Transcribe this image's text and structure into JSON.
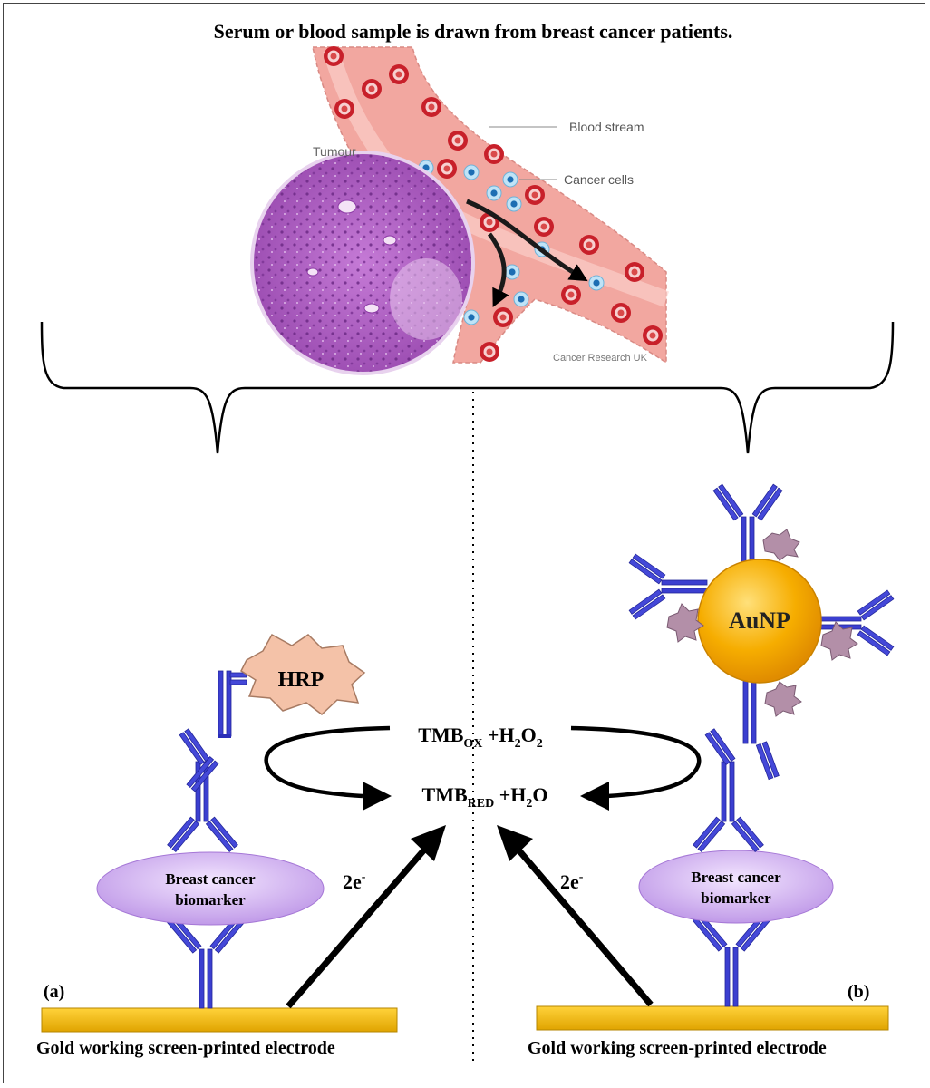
{
  "header": {
    "title": "Serum or blood sample is drawn from breast cancer patients."
  },
  "illustration": {
    "tumour_label": "Tumour",
    "blood_stream_label": "Blood stream",
    "cancer_cells_label": "Cancer cells",
    "credit": "Cancer Research UK"
  },
  "panel_a": {
    "letter": "(a)",
    "enzyme": "HRP",
    "biomarker_line1": "Breast cancer",
    "biomarker_line2": "biomarker",
    "electrons": "2e",
    "electrons_sup": "-",
    "electrode": "Gold working screen-printed electrode"
  },
  "panel_b": {
    "letter": "(b)",
    "nanoparticle": "AuNP",
    "biomarker_line1": "Breast cancer",
    "biomarker_line2": "biomarker",
    "electrons": "2e",
    "electrons_sup": "-",
    "electrode": "Gold working screen-printed electrode"
  },
  "reaction": {
    "top_base": "TMB",
    "top_sub": "OX",
    "top_rest": " +H",
    "top_sub2": "2",
    "top_o": "O",
    "top_sub3": "2",
    "bottom_base": "TMB",
    "bottom_sub": "RED",
    "bottom_rest": " +H",
    "bottom_sub2": "2",
    "bottom_o": "O"
  },
  "colors": {
    "antibody": "#3b3fd0",
    "antibody_light": "#6f73f0",
    "gold_electrode": "#f2b800",
    "aunp": "#f5a300",
    "biomarker": "#c9a3ef",
    "hrp": "#f4c2a8",
    "vessel": "#f2a7a0",
    "tumour": "#b15fc7"
  }
}
